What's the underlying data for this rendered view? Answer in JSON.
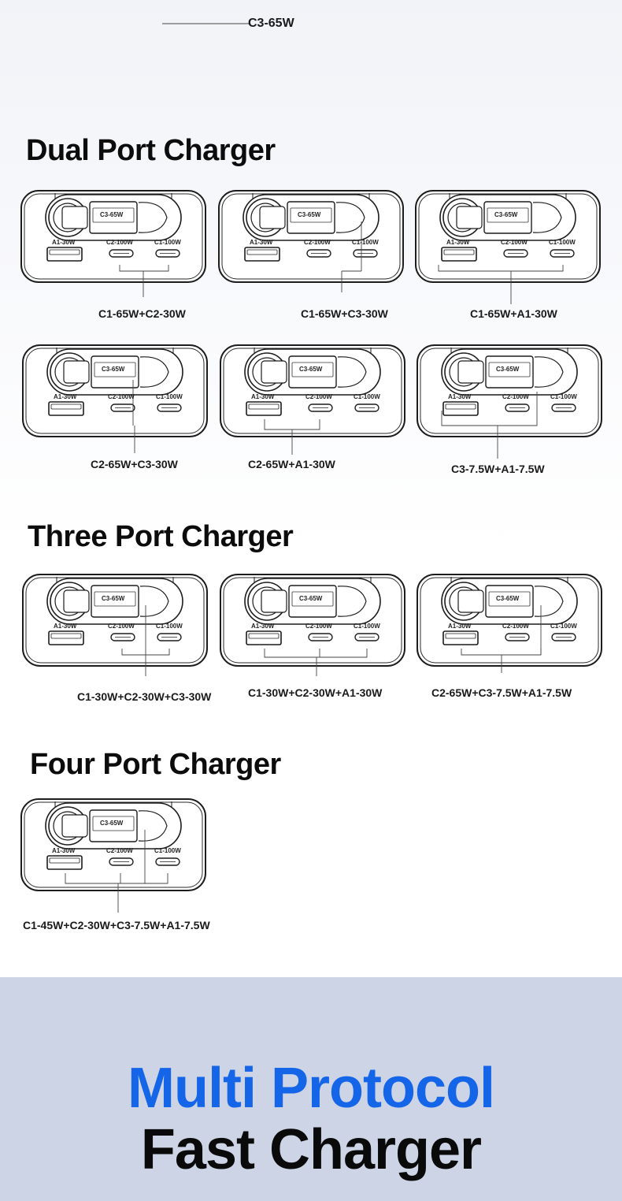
{
  "port_labels": {
    "c3_cable": "C3-65W",
    "a1": "A1-30W",
    "c2": "C2-100W",
    "c1": "C1-100W"
  },
  "top_fragment": {
    "caption": "C3-65W"
  },
  "sections": {
    "dual": {
      "heading": "Dual Port Charger",
      "captions": [
        "C1-65W+C2-30W",
        "C1-65W+C3-30W",
        "C1-65W+A1-30W",
        "C2-65W+C3-30W",
        "C2-65W+A1-30W",
        "C3-7.5W+A1-7.5W"
      ]
    },
    "three": {
      "heading": "Three Port Charger",
      "captions": [
        "C1-30W+C2-30W+C3-30W",
        "C1-30W+C2-30W+A1-30W",
        "C2-65W+C3-7.5W+A1-7.5W"
      ]
    },
    "four": {
      "heading": "Four Port Charger",
      "captions": [
        "C1-45W+C2-30W+C3-7.5W+A1-7.5W"
      ]
    }
  },
  "footer": {
    "line1": "Multi Protocol",
    "line2": "Fast Charger",
    "line1_color": "#1565e8",
    "line2_color": "#0a0a0a"
  }
}
